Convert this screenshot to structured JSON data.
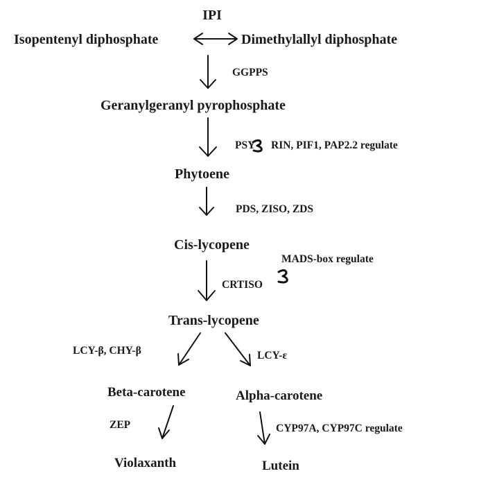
{
  "compounds": {
    "ipi": "IPI",
    "isopentenyl": "Isopentenyl diphosphate",
    "dimethylallyl": "Dimethylallyl diphosphate",
    "ggpp": "Geranylgeranyl pyrophosphate",
    "phytoene": "Phytoene",
    "cis_lycopene": "Cis-lycopene",
    "trans_lycopene": "Trans-lycopene",
    "beta_carotene": "Beta-carotene",
    "alpha_carotene": "Alpha-carotene",
    "violaxanthin": "Violaxanth",
    "lutein": "Lutein"
  },
  "enzymes": {
    "ggpps": "GGPPS",
    "psy": "PSY",
    "psy_regulators": "RIN, PIF1, PAP2.2 regulate",
    "pds": "PDS, ZISO, ZDS",
    "mads": "MADS-box regulate",
    "crtiso": "CRTISO",
    "lcy_b": "LCY-β, CHY-β",
    "lcy_e": "LCY-ε",
    "zep": "ZEP",
    "cyp97": "CYP97A, CYP97C regulate"
  }
}
